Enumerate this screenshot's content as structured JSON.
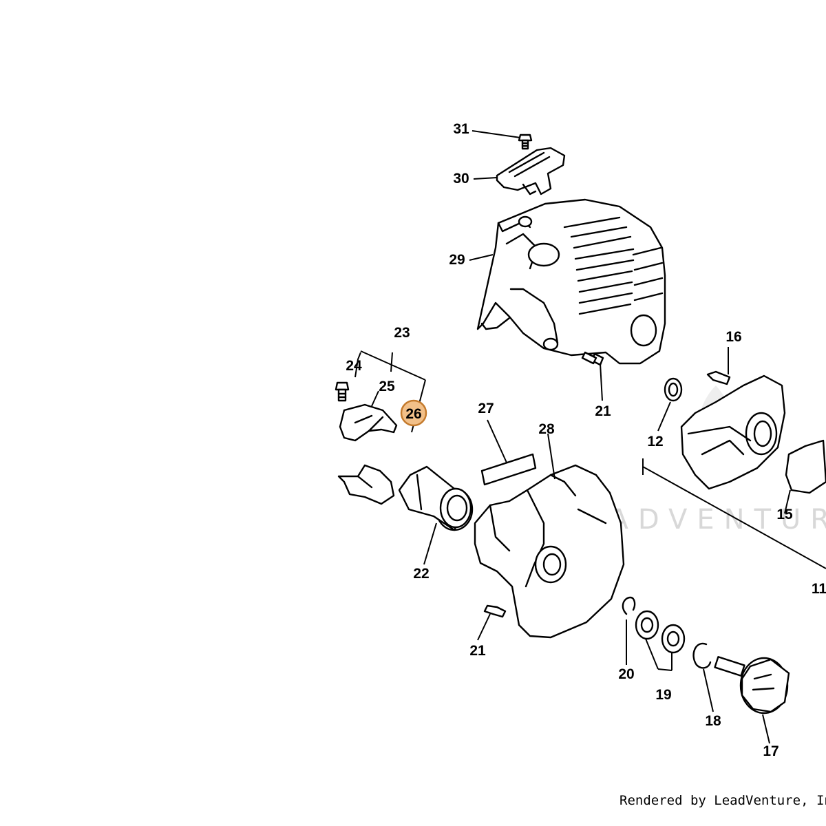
{
  "watermark": {
    "brand": "LEADVENTUR"
  },
  "callouts": [
    {
      "label": "31",
      "highlighted": false
    },
    {
      "label": "30",
      "highlighted": false
    },
    {
      "label": "29",
      "highlighted": false
    },
    {
      "label": "23",
      "highlighted": false
    },
    {
      "label": "24",
      "highlighted": false
    },
    {
      "label": "25",
      "highlighted": false
    },
    {
      "label": "26",
      "highlighted": true
    },
    {
      "label": "27",
      "highlighted": false
    },
    {
      "label": "28",
      "highlighted": false
    },
    {
      "label": "21",
      "highlighted": false
    },
    {
      "label": "16",
      "highlighted": false
    },
    {
      "label": "12",
      "highlighted": false
    },
    {
      "label": "15",
      "highlighted": false
    },
    {
      "label": "11",
      "highlighted": false
    },
    {
      "label": "22",
      "highlighted": false
    },
    {
      "label": "21",
      "highlighted": false
    },
    {
      "label": "20",
      "highlighted": false
    },
    {
      "label": "19",
      "highlighted": false
    },
    {
      "label": "18",
      "highlighted": false
    },
    {
      "label": "17",
      "highlighted": false
    }
  ],
  "colors": {
    "highlight_fill": "#f2c089",
    "highlight_stroke": "#c47a2c",
    "line": "#000000",
    "watermark": "#d8d8d8"
  },
  "footer": {
    "credit": "Rendered by LeadVenture, Inc."
  }
}
